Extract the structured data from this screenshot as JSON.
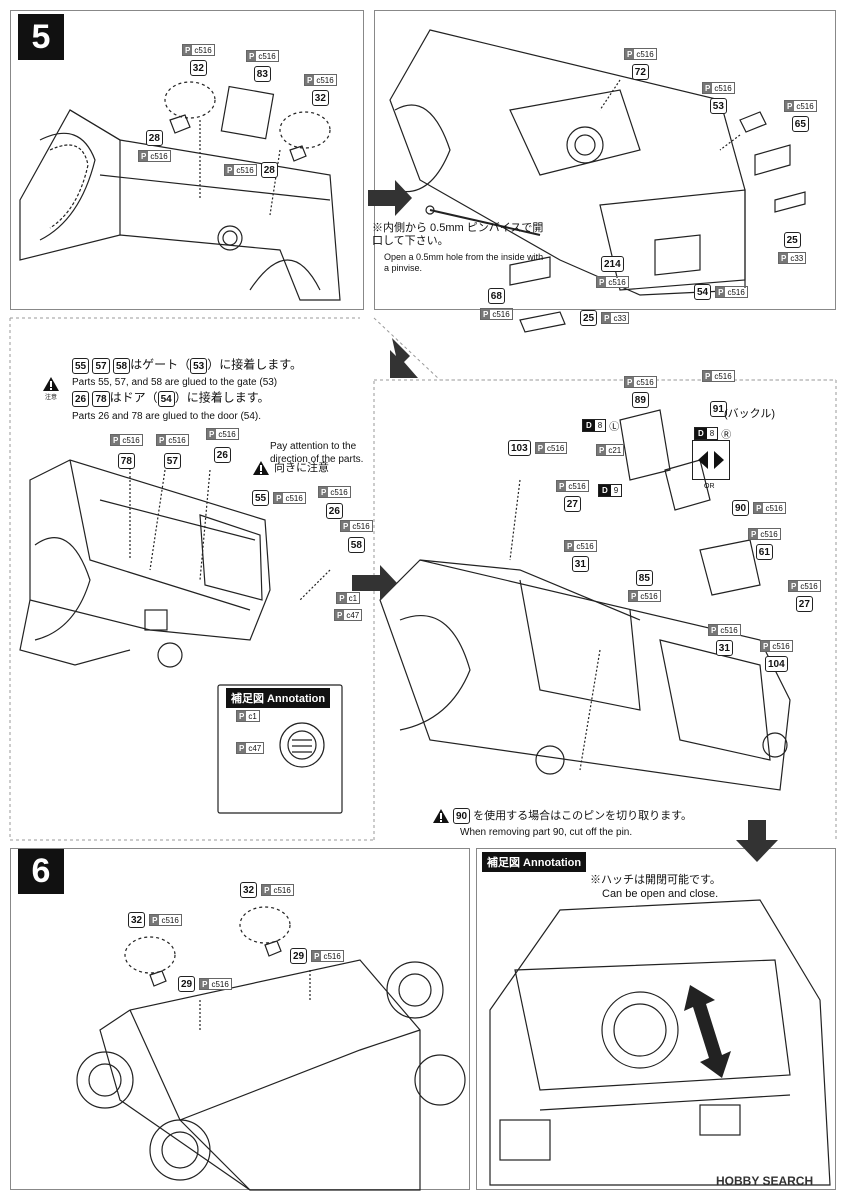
{
  "steps": {
    "five": "5",
    "six": "6"
  },
  "step5a": {
    "callouts": [
      {
        "n": "32",
        "p": "P",
        "pc": "c516"
      },
      {
        "n": "83",
        "p": "P",
        "pc": "c516"
      },
      {
        "n": "32",
        "p": "P",
        "pc": "c516"
      },
      {
        "n": "28",
        "p": "P",
        "pc": "c516"
      },
      {
        "n": "28",
        "p": "P",
        "pc": "c516"
      }
    ]
  },
  "step5b": {
    "note_jp": "※内側から 0.5mm ピンバイスで開口して下さい。",
    "note_en": "Open a 0.5mm hole from the inside with a pinvise.",
    "callouts": [
      {
        "n": "72",
        "p": "P",
        "pc": "c516"
      },
      {
        "n": "53",
        "p": "P",
        "pc": "c516"
      },
      {
        "n": "65",
        "p": "P",
        "pc": "c516"
      },
      {
        "n": "25",
        "p": "P",
        "pc": "c33"
      },
      {
        "n": "214",
        "p": "P",
        "pc": "c516"
      },
      {
        "n": "68",
        "p": "P",
        "pc": "c516"
      },
      {
        "n": "25",
        "p": "P",
        "pc": "c33"
      },
      {
        "n": "54",
        "p": "P",
        "pc": "c516"
      }
    ]
  },
  "step5c": {
    "gate_nums": [
      "55",
      "57",
      "58"
    ],
    "gate_jp_a": "はゲート（",
    "gate_ref": "53",
    "gate_jp_b": "）に接着します。",
    "gate_en": "Parts 55, 57, and 58 are glued to the gate (53)",
    "door_nums": [
      "26",
      "78"
    ],
    "door_jp_a": "はドア（",
    "door_ref": "54",
    "door_jp_b": "）に接着します。",
    "door_en": "Parts 26 and 78 are glued to the door (54).",
    "warn_caption": "注意",
    "attention_en": "Pay attention to the direction of the parts.",
    "attention_jp": "向きに注意",
    "callouts": [
      {
        "n": "78",
        "p": "P",
        "pc": "c516"
      },
      {
        "n": "57",
        "p": "P",
        "pc": "c516"
      },
      {
        "n": "26",
        "p": "P",
        "pc": "c516"
      },
      {
        "n": "55",
        "p": "P",
        "pc": "c516"
      },
      {
        "n": "26",
        "p": "P",
        "pc": "c516"
      },
      {
        "n": "58",
        "p": "P",
        "pc": "c516"
      }
    ],
    "pc1": {
      "p": "P",
      "pc": "c1"
    },
    "pc47": {
      "p": "P",
      "pc": "c47"
    },
    "annotation_title": "補足図 Annotation",
    "ann_pc1": {
      "p": "P",
      "pc": "c1"
    },
    "ann_pc47": {
      "p": "P",
      "pc": "c47"
    }
  },
  "step5d": {
    "callouts": [
      {
        "n": "89",
        "p": "P",
        "pc": "c516"
      },
      {
        "n": "91",
        "p": "P",
        "pc": "c516"
      },
      {
        "n": "103",
        "p": "P",
        "pc": "c516"
      },
      {
        "n": "27",
        "p": "P",
        "pc": "c516"
      },
      {
        "n": "31",
        "p": "P",
        "pc": "c516"
      },
      {
        "n": "85",
        "p": "P",
        "pc": "c516"
      },
      {
        "n": "90",
        "p": "P",
        "pc": "c516"
      },
      {
        "n": "61",
        "p": "P",
        "pc": "c516"
      },
      {
        "n": "27",
        "p": "P",
        "pc": "c516"
      },
      {
        "n": "31",
        "p": "P",
        "pc": "c516"
      },
      {
        "n": "104",
        "p": "P",
        "pc": "c516"
      }
    ],
    "pc21": {
      "p": "P",
      "pc": "c21"
    },
    "d8l": {
      "d": "D",
      "v": "8",
      "side": "Ⓛ"
    },
    "d8r": {
      "d": "D",
      "v": "8",
      "side": "Ⓡ"
    },
    "d9": {
      "d": "D",
      "v": "9"
    },
    "buckle_jp": "(バックル)",
    "or_label": "OR",
    "pin_num": "90",
    "pin_jp": "を使用する場合はこのピンを切り取ります。",
    "pin_en": "When removing part 90, cut off the pin."
  },
  "step6": {
    "callouts": [
      {
        "n": "32",
        "p": "P",
        "pc": "c516"
      },
      {
        "n": "32",
        "p": "P",
        "pc": "c516"
      },
      {
        "n": "29",
        "p": "P",
        "pc": "c516"
      },
      {
        "n": "29",
        "p": "P",
        "pc": "c516"
      }
    ]
  },
  "step6ann": {
    "title": "補足図 Annotation",
    "jp": "※ハッチは開閉可能です。",
    "en": "Can be open and close."
  },
  "watermark": "HOBBY SEARCH"
}
